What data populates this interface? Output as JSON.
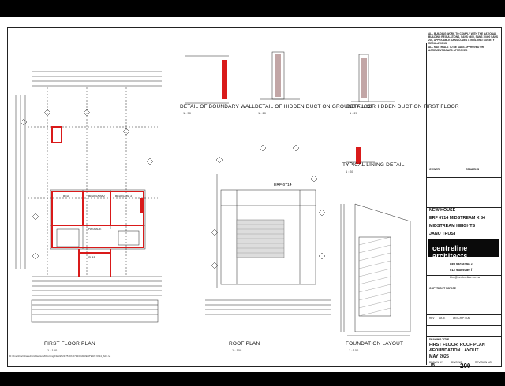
{
  "drawings": {
    "first_floor": {
      "title": "FIRST FLOOR PLAN",
      "scale": "1 : 100",
      "rooms": [
        "BED",
        "BEDROOM 2",
        "BEDROOM 3",
        "PASSAGE",
        "SLAB"
      ]
    },
    "roof": {
      "title": "ROOF PLAN",
      "scale": "1 : 100",
      "erf": "ERF 6714"
    },
    "foundation": {
      "title": "FOUNDATION LAYOUT",
      "scale": "1 : 100"
    },
    "boundary": {
      "title": "DETAIL OF BOUNDARY WALL",
      "scale": "1 : 50"
    },
    "duct_ground": {
      "title": "DETAIL OF HIDDEN DUCT ON GROUND FLOOR",
      "scale": "1 : 20"
    },
    "duct_first": {
      "title": "DETAIL OF HIDDEN DUCT ON FIRST FLOOR",
      "scale": "1 : 20"
    },
    "lining": {
      "title": "TYPICAL LINING DETAIL",
      "scale": "1 : 50"
    }
  },
  "title_block": {
    "note_top": "ALL BUILDING WORK TO COMPLY WITH THE NATIONAL BUILDING REGULATIONS, SANS 0400, SANS 10400 SANS 204, APPLICABLE SANS CODES & BUILDING SOCIETY REGULATIONS",
    "note_materials": "ALL MATERIALS TO BE SABS APPROVED OR AGREMENT BOARD APPROVED",
    "owner_label": "OWNER",
    "remarks_label": "REMARKS",
    "project_lines": [
      "NEW HOUSE",
      "ERF 6714  MIDSTREAM X 84",
      "MIDSTREAM HEIGHTS",
      "JANU TRUST"
    ],
    "brand": "centreline architects",
    "phone1": "083 561 6759 c",
    "phone2": "012 940 9389 f",
    "email": "bim@centre-line.co.za",
    "copyright_label": "COPYRIGHT NOTICE",
    "rev_headers": [
      "REV",
      "DATE",
      "DESCRIPTION"
    ],
    "drawing_title_label": "DRAWING TITLE",
    "drawing_title": [
      "FIRST FLOOR, ROOF PLAN",
      "&FOUNDATION LAYOUT"
    ],
    "date": "MAY 2025",
    "drawn_by_label": "DRAWN BY:",
    "drawn_by": "IB",
    "dwg_no_label": "DWG NO:",
    "dwg_no": "200",
    "revision_label": "REVISION NO:"
  },
  "file_path": "D:\\OneDrive\\Shared\\Architectural\\Working Files\\P 21 75 20\\ 6714\\CURRENT\\ERF 6714_A01.rvt",
  "colors": {
    "wall_red": "#d91a1a",
    "ink": "#111111",
    "background": "#000000"
  }
}
